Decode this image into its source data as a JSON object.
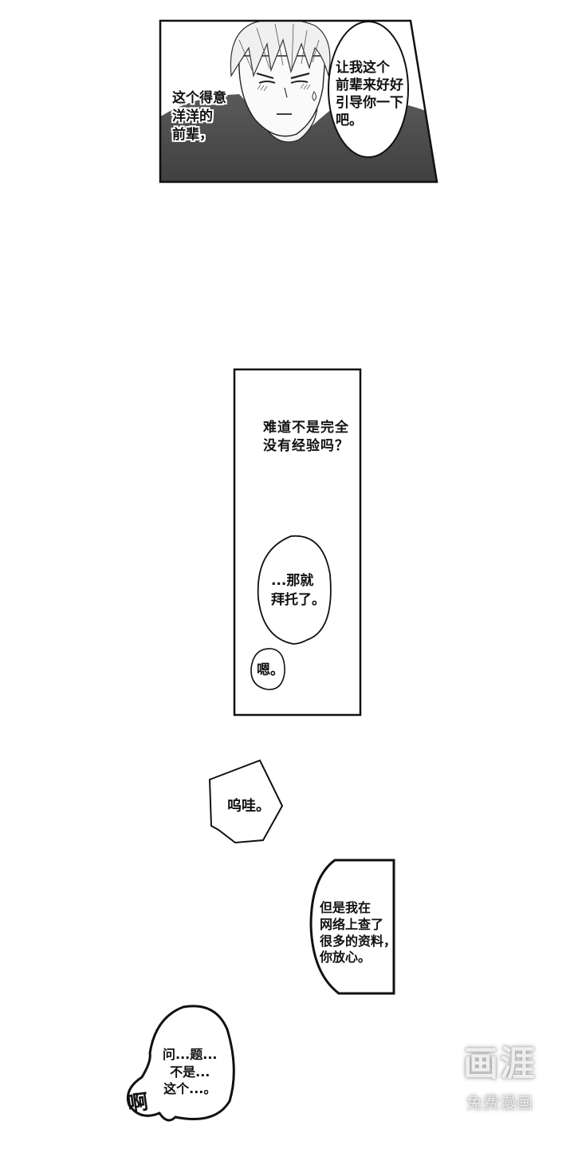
{
  "panels": [
    {
      "id": "panel-1",
      "type": "illustrated",
      "caption": "这个得意\n洋洋的\n前辈，",
      "speech": "让我这个\n前辈来好好\n引导你一下\n吧。"
    },
    {
      "id": "panel-2",
      "type": "tall-frame",
      "narration": "难道不是完全\n没有经验吗？",
      "speech_1": "...那就\n拜托了。",
      "speech_2": "嗯。"
    }
  ],
  "free_bubbles": {
    "wow": "呜哇。",
    "reassure": "但是我在\n网络上查了\n很多的资料，\n你放心。",
    "stammer": "问...题...\n不是...\n这个...。",
    "sfx": "啊"
  },
  "watermark": {
    "logo": "画涯",
    "tagline": "免费漫画"
  },
  "colors": {
    "ink": "#111111",
    "paper": "#ffffff",
    "shade_dark": "#4a4a4a",
    "shade_mid": "#8a8a8a",
    "hair": "#e8e8e8"
  }
}
